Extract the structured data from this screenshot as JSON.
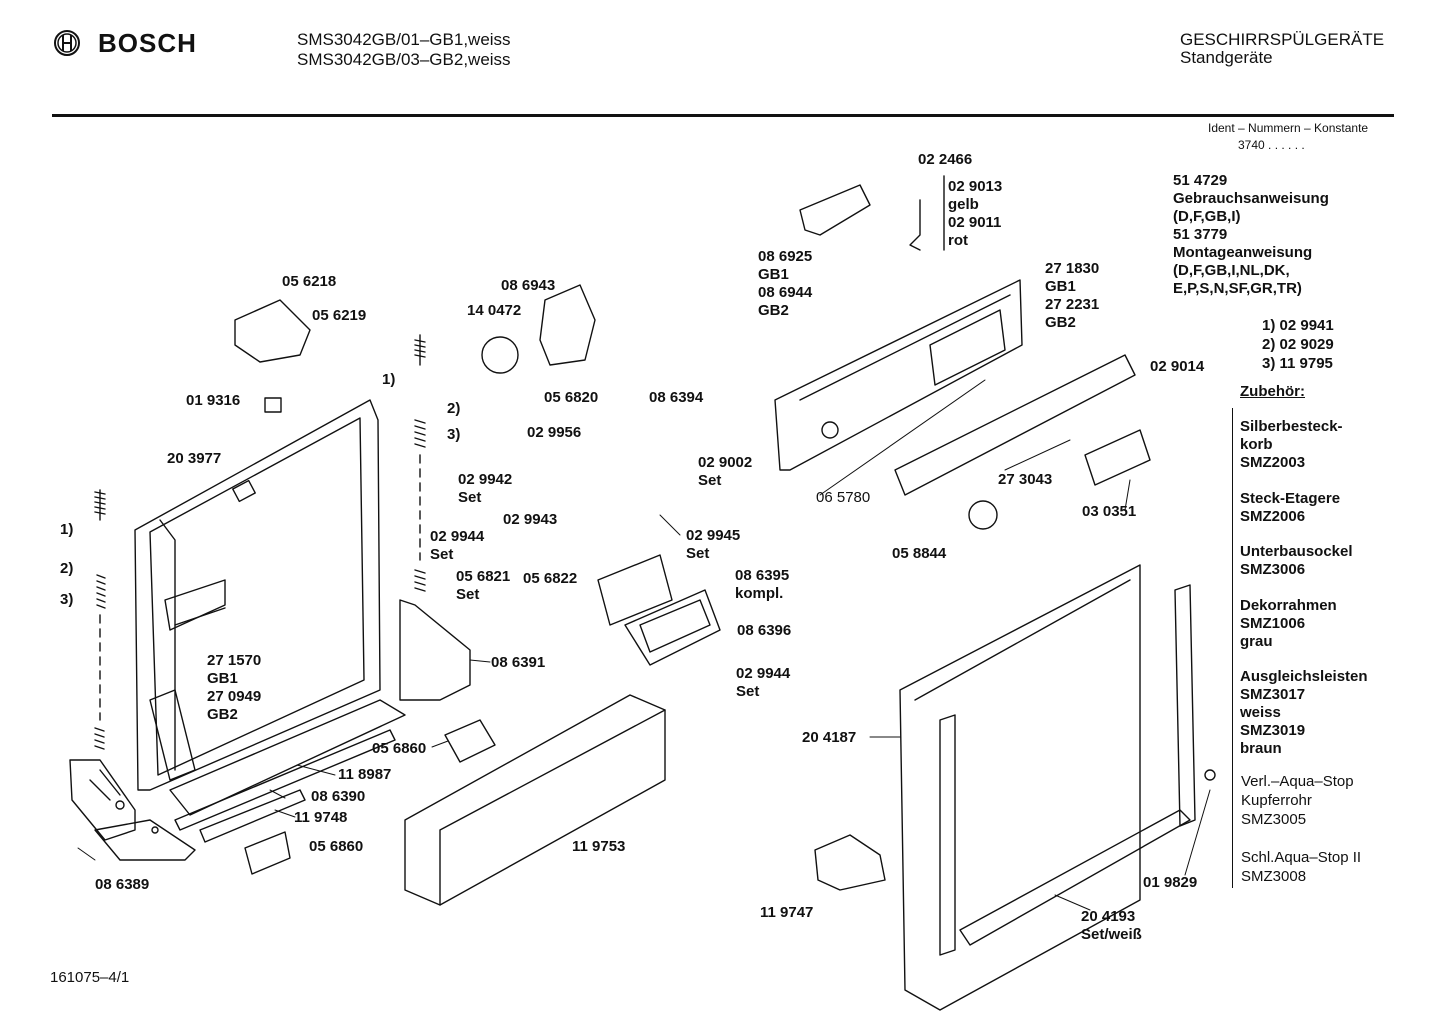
{
  "header": {
    "brand": "BOSCH",
    "model_line1": "SMS3042GB/01–GB1,weiss",
    "model_line2": "SMS3042GB/03–GB2,weiss",
    "category_line1": "GESCHIRRSPÜLGERÄTE",
    "category_line2": "Standgeräte",
    "ident_label": "Ident – Nummern – Konstante",
    "ident_value": "3740 .  .  .  .  .  ."
  },
  "footer": {
    "code": "161075–4/1"
  },
  "docs": {
    "l1": "51 4729",
    "l2": "Gebrauchsanweisung",
    "l3": "(D,F,GB,I)",
    "l4": "51 3779",
    "l5": "Montageanweisung",
    "l6": "(D,F,GB,I,NL,DK,",
    "l7": "E,P,S,N,SF,GR,TR)"
  },
  "refs": {
    "r1": "1)  02 9941",
    "r2": "2)  02 9029",
    "r3": "3)  11 9795"
  },
  "accessories": {
    "title": "Zubehör:",
    "a1": "Silberbesteck-",
    "a2": "korb",
    "a3": "SMZ2003",
    "b1": "Steck-Etagere",
    "b2": "SMZ2006",
    "c1": "Unterbausockel",
    "c2": "SMZ3006",
    "d1": "Dekorrahmen",
    "d2": "SMZ1006",
    "d3": "grau",
    "e1": "Ausgleichsleisten",
    "e2": "SMZ3017",
    "e3": "weiss",
    "e4": "SMZ3019",
    "e5": "braun",
    "f1": "Verl.–Aqua–Stop",
    "f2": "Kupferrohr",
    "f3": "SMZ3005",
    "g1": "Schl.Aqua–Stop II",
    "g2": "SMZ3008"
  },
  "parts": {
    "p022466": "02 2466",
    "p029013": "02 9013",
    "gelb": "gelb",
    "p029011": "02 9011",
    "rot": "rot",
    "p086925": "08 6925",
    "gb1a": "GB1",
    "p086944": "08 6944",
    "gb2a": "GB2",
    "p271830": "27 1830",
    "gb1b": "GB1",
    "p272231": "27 2231",
    "gb2b": "GB2",
    "p056218": "05 6218",
    "p056219": "05 6219",
    "p086943": "08 6943",
    "p140472": "14 0472",
    "p019316": "01 9316",
    "ref1a": "1)",
    "ref2a": "2)",
    "ref3a": "3)",
    "p203977": "20 3977",
    "p056820": "05 6820",
    "p086394": "08 6394",
    "p029956": "02 9956",
    "p029002": "02 9002",
    "set1": "Set",
    "p029942": "02 9942",
    "set2": "Set",
    "p029943": "02 9943",
    "p029944a": "02 9944",
    "set3": "Set",
    "p029945": "02 9945",
    "set4": "Set",
    "p056821": "05 6821",
    "set5": "Set",
    "p056822": "05 6822",
    "p086395": "08 6395",
    "kompl": "kompl.",
    "p086396": "08 6396",
    "p029944b": "02 9944",
    "set6": "Set",
    "p029014": "02 9014",
    "p065780": "06 5780",
    "p273043": "27 3043",
    "p030351": "03 0351",
    "p058844": "05 8844",
    "ref1b": "1)",
    "ref2b": "2)",
    "ref3b": "3)",
    "p271570": "27 1570",
    "gb1c": "GB1",
    "p270949": "27 0949",
    "gb2c": "GB2",
    "p086391": "08 6391",
    "p056860a": "05 6860",
    "p118987": "11 8987",
    "p086390": "08 6390",
    "p119748": "11 9748",
    "p056860b": "05 6860",
    "p119753": "11 9753",
    "p086389": "08 6389",
    "p204187": "20 4187",
    "p119747": "11 9747",
    "p204193": "20 4193",
    "setweiss": "Set/weiß",
    "p019829": "01 9829"
  }
}
